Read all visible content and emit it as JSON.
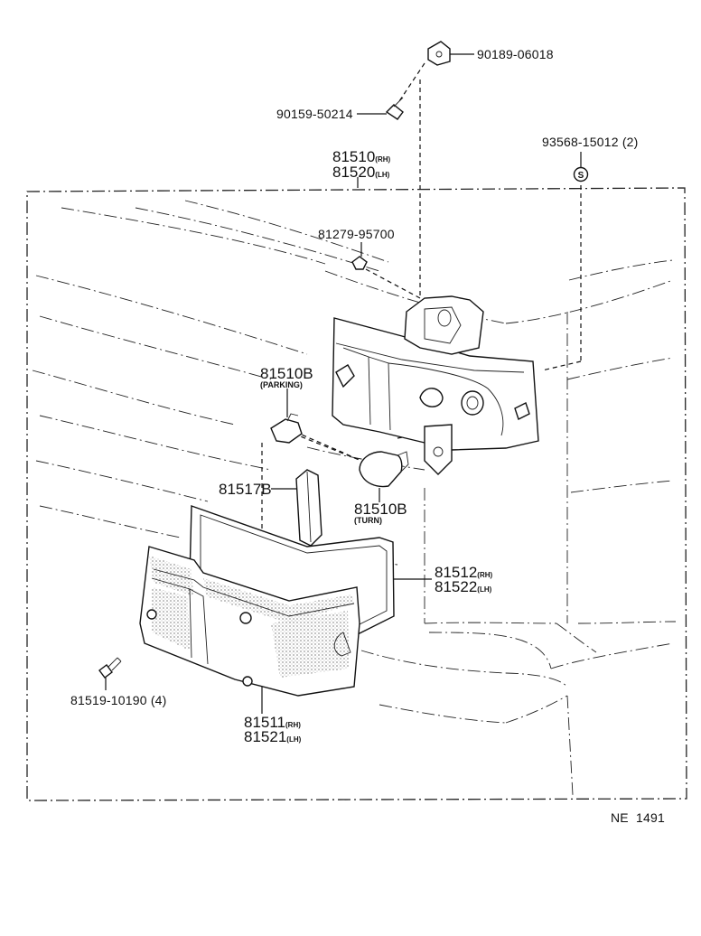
{
  "figure_code": "NE  1491",
  "parts": {
    "clip": {
      "number": "90189-06018"
    },
    "screw_top": {
      "number": "90159-50214"
    },
    "lamp_assembly": {
      "number_rh": "81510",
      "tag_rh": "(RH)",
      "number_lh": "81520",
      "tag_lh": "(LH)"
    },
    "nut": {
      "number": "93568-15012 (2)"
    },
    "socket_screw": {
      "number": "81279-95700"
    },
    "parking_bulb": {
      "number": "81510B",
      "note": "(PARKING)"
    },
    "gasket_strip": {
      "number": "81517B"
    },
    "turn_bulb": {
      "number": "81510B",
      "note": "(TURN)"
    },
    "lens_gasket": {
      "number_rh": "81512",
      "tag_rh": "(RH)",
      "number_lh": "81522",
      "tag_lh": "(LH)"
    },
    "lens_screw": {
      "number": "81519-10190 (4)"
    },
    "lens": {
      "number_rh": "81511",
      "tag_rh": "(RH)",
      "number_lh": "81521",
      "tag_lh": "(LH)"
    }
  }
}
